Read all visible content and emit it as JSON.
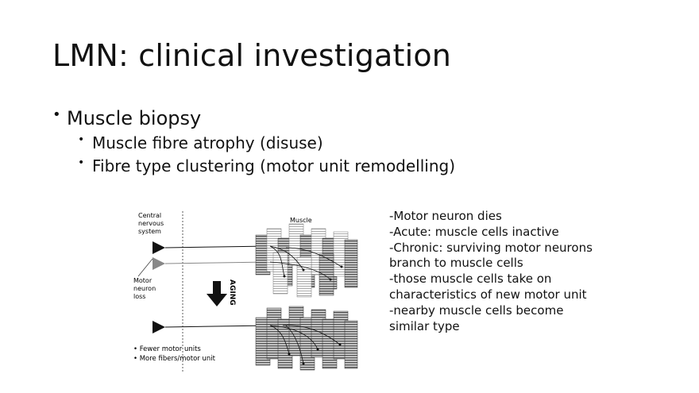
{
  "slide": {
    "title": "LMN: clinical investigation",
    "bullets": [
      {
        "text": "Muscle biopsy",
        "sub": [
          "Muscle fibre atrophy (disuse)",
          "Fibre type clustering (motor unit remodelling)"
        ]
      }
    ]
  },
  "figure": {
    "label_cns": [
      "Central",
      "nervous",
      "system"
    ],
    "label_muscle": "Muscle",
    "label_loss": [
      "Motor",
      "neuron",
      "loss"
    ],
    "label_aging": "AGING",
    "legend": [
      "• Fewer motor units",
      "• More fibers/motor unit"
    ]
  },
  "notes": "-Motor neuron dies\n-Acute: muscle cells inactive\n-Chronic: surviving motor neurons branch to muscle cells\n-those muscle cells take on characteristics of new motor unit\n-nearby muscle cells become similar type"
}
